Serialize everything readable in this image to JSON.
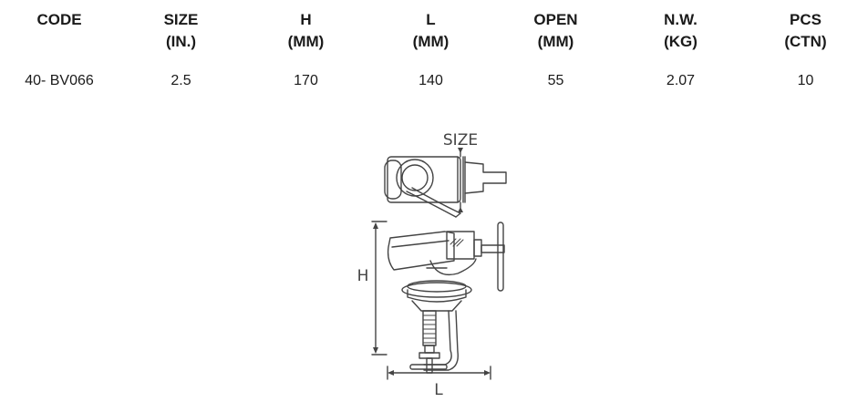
{
  "table": {
    "headers": [
      {
        "line1": "CODE",
        "line2": ""
      },
      {
        "line1": "SIZE",
        "line2": "(IN.)"
      },
      {
        "line1": "H",
        "line2": "(MM)"
      },
      {
        "line1": "L",
        "line2": "(MM)"
      },
      {
        "line1": "OPEN",
        "line2": "(MM)"
      },
      {
        "line1": "N.W.",
        "line2": "(KG)"
      },
      {
        "line1": "PCS",
        "line2": "(CTN)"
      }
    ],
    "rows": [
      [
        "40- BV066",
        "2.5",
        "170",
        "140",
        "55",
        "2.07",
        "10"
      ]
    ]
  },
  "drawing": {
    "size_label": "SIZE",
    "height_label": "H",
    "length_label": "L",
    "line_color": "#444444"
  }
}
